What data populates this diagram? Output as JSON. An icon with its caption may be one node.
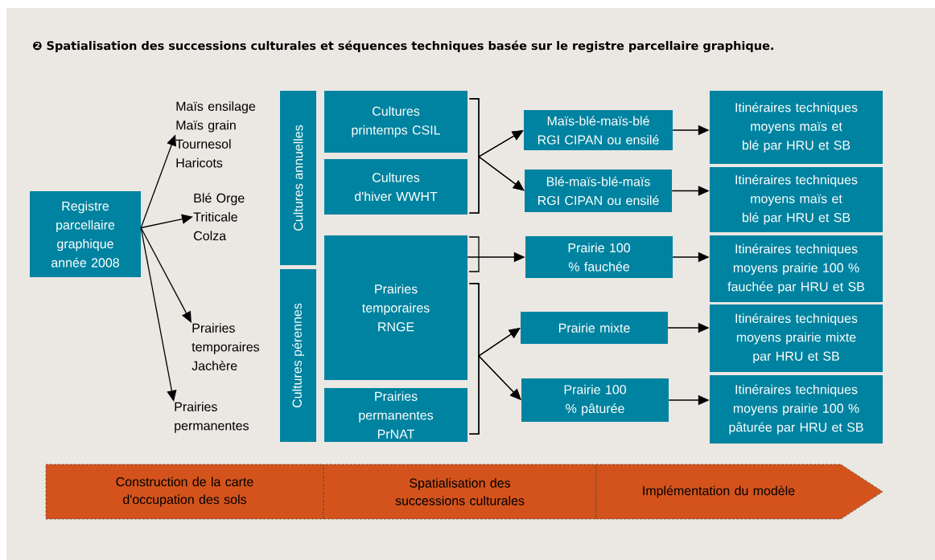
{
  "diagram": {
    "title": "❷ Spatialisation des successions culturales et séquences techniques basée sur le registre parcellaire graphique.",
    "nodes": [
      {
        "text": [
          "Registre parcellaire graphique année 2008"
        ]
      },
      {
        "text": [
          "Maïs ensilage Maïs grain Tournesol Haricots"
        ]
      },
      {
        "text": [
          "Blé Orge Triticale Colza"
        ]
      },
      {
        "text": [
          "Prairies temporaires Jachère"
        ]
      },
      {
        "text": [
          "Prairies permanentes"
        ]
      },
      {
        "text": [
          "Cultures annuelles"
        ]
      },
      {
        "text": [
          "Cultures pérennes"
        ]
      },
      {
        "text": [
          "Cultures printemps CSIL"
        ]
      },
      {
        "text": [
          "Cultures d'hiver WWHT"
        ]
      },
      {
        "text": [
          "Prairies temporaires RNGE"
        ]
      },
      {
        "text": [
          "Prairies permanentes PrNAT"
        ]
      },
      {
        "text": [
          "Maïs-blé-maïs-blé RGI CIPAN ou ensilé"
        ]
      },
      {
        "text": [
          "Blé-maïs-blé-maïs RGI CIPAN ou ensilé"
        ]
      },
      {
        "text": [
          "Prairie 100 % fauchée"
        ]
      },
      {
        "text": [
          "Prairie mixte"
        ]
      },
      {
        "text": [
          "Prairie 100 % pâturée"
        ]
      },
      {
        "text": [
          "Itinéraires techniques moyens maïs et blé par HRU et SB"
        ]
      },
      {
        "text": [
          "Itinéraires techniques moyens maïs et blé par HRU et SB"
        ]
      },
      {
        "text": [
          "Itinéraires techniques moyens prairie 100 % fauchée par HRU et SB"
        ]
      },
      {
        "text": [
          "Itinéraires techniques moyens prairie mixte par HRU et SB"
        ]
      },
      {
        "text": [
          "Itinéraires techniques moyens prairie 100 % pâturée par HRU et SB"
        ]
      },
      {
        "text": [
          "Construction de la carte d'occupation des sols"
        ]
      },
      {
        "text": [
          "Spatialisation des successions culturales"
        ]
      },
      {
        "text": [
          "Implémentation du modèle"
        ]
      }
    ],
    "edges": [
      {
        "from": 0,
        "to": 1,
        "arrow": "to"
      },
      {
        "from": 0,
        "to": 2,
        "arrow": "to"
      },
      {
        "from": 0,
        "to": 3,
        "arrow": "to"
      },
      {
        "from": 0,
        "to": 4,
        "arrow": "to"
      },
      {
        "from": 7,
        "to": 11,
        "arrow": "to"
      },
      {
        "from": 7,
        "to": 12,
        "arrow": "to"
      },
      {
        "from": 8,
        "to": 11,
        "arrow": "to"
      },
      {
        "from": 8,
        "to": 12,
        "arrow": "to"
      },
      {
        "from": 9,
        "to": 13,
        "arrow": "to"
      },
      {
        "from": 9,
        "to": 14,
        "arrow": "to"
      },
      {
        "from": 9,
        "to": 15,
        "arrow": "to"
      },
      {
        "from": 10,
        "to": 14,
        "arrow": "to"
      },
      {
        "from": 10,
        "to": 15,
        "arrow": "to"
      },
      {
        "from": 11,
        "to": 16,
        "arrow": "to"
      },
      {
        "from": 12,
        "to": 17,
        "arrow": "to"
      },
      {
        "from": 13,
        "to": 18,
        "arrow": "to"
      },
      {
        "from": 14,
        "to": 19,
        "arrow": "to"
      },
      {
        "from": 15,
        "to": 20,
        "arrow": "to"
      }
    ]
  }
}
